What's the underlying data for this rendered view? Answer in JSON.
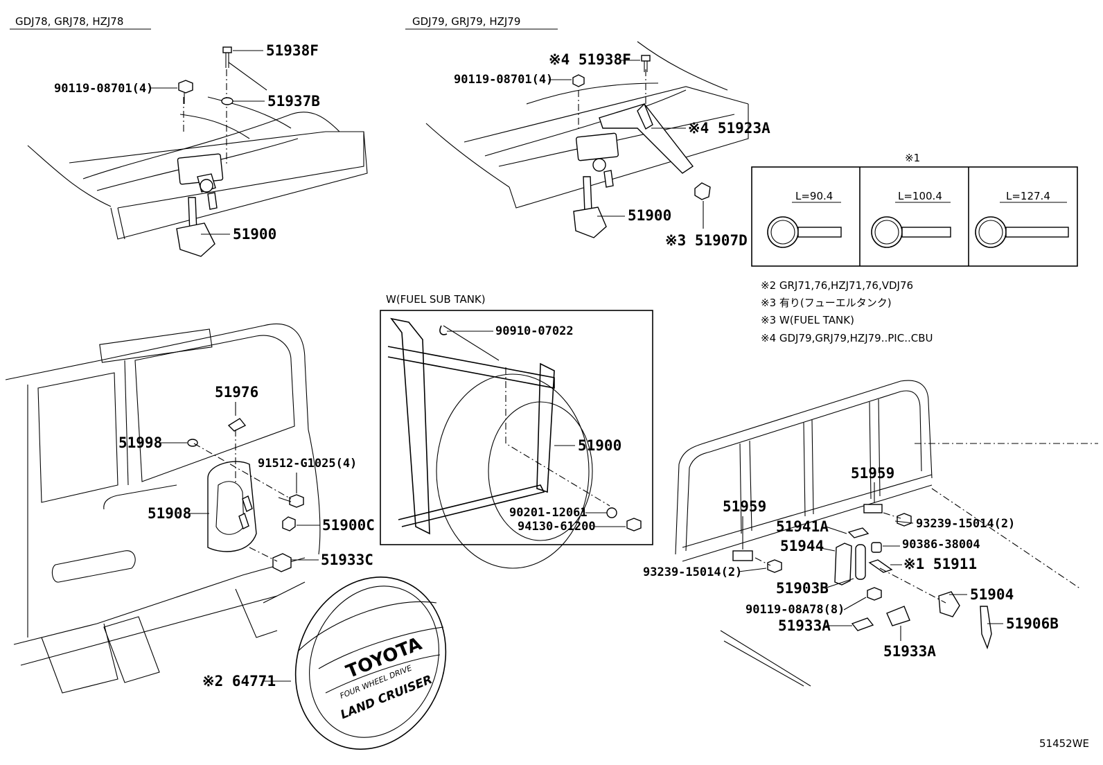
{
  "headers": {
    "left_models": "GDJ78, GRJ78, HZJ78",
    "right_models": "GDJ79, GRJ79, HZJ79",
    "fuel_box": "W(FUEL SUB TANK)"
  },
  "note_table": {
    "title": "※1",
    "lengths": [
      "L=90.4",
      "L=100.4",
      "L=127.4"
    ]
  },
  "footnotes": [
    "※2 GRJ71,76,HZJ71,76,VDJ76",
    "※3 有り(フューエルタンク)",
    "※3 W(FUEL TANK)",
    "※4 GDJ79,GRJ79,HZJ79..PIC..CBU"
  ],
  "parts": {
    "p51938F_a": "51938F",
    "p90119_a": "90119-08701(4)",
    "p51937B": "51937B",
    "p51900_a": "51900",
    "p51938F_b": "※4 51938F",
    "p90119_b": "90119-08701(4)",
    "p51923A": "※4 51923A",
    "p51900_b": "51900",
    "p51907D": "※3 51907D",
    "p90910": "90910-07022",
    "p51900_c": "51900",
    "p90201": "90201-12061",
    "p94130": "94130-61200",
    "p51976": "51976",
    "p51998": "51998",
    "p91512": "91512-G1025(4)",
    "p51908": "51908",
    "p51900C": "51900C",
    "p51933C": "51933C",
    "p64771": "※2 64771",
    "p51959_a": "51959",
    "p51959_b": "51959",
    "p93239_a": "93239-15014(2)",
    "p51941A": "51941A",
    "p90386": "90386-38004",
    "p51944": "51944",
    "p51911": "※1 51911",
    "p93239_b": "93239-15014(2)",
    "p51903B": "51903B",
    "p51904": "51904",
    "p90119_c": "90119-08A78(8)",
    "p51906B": "51906B",
    "p51933A_a": "51933A",
    "p51933A_b": "51933A"
  },
  "cover_text": {
    "brand": "TOYOTA",
    "drive": "FOUR WHEEL DRIVE",
    "model": "LAND CRUISER"
  },
  "figure_id": "51452WE"
}
